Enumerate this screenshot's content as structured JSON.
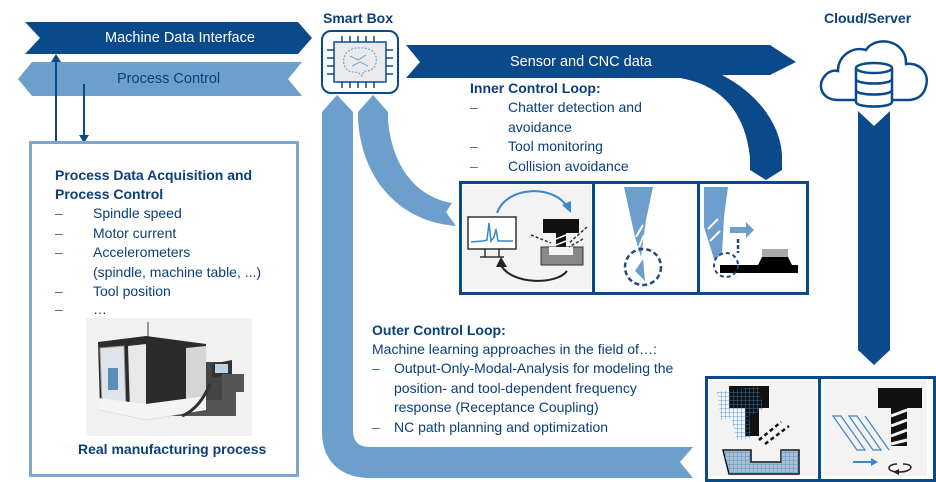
{
  "colors": {
    "dark_blue": "#0b4a8a",
    "light_blue": "#6d9fcc",
    "text_blue": "#0b3f7a"
  },
  "banners": {
    "machine_data_interface": "Machine Data Interface",
    "process_control": "Process Control",
    "sensor_cnc_data": "Sensor and CNC data"
  },
  "nodes": {
    "smart_box": "Smart Box",
    "cloud_server": "Cloud/Server"
  },
  "process_box": {
    "title_line1": "Process Data Acquisition and",
    "title_line2": "Process Control",
    "items": [
      {
        "dash": "–",
        "text": "Spindle speed"
      },
      {
        "dash": "–",
        "text": "Motor current"
      },
      {
        "dash": "–",
        "text": "Accelerometers"
      },
      {
        "dash": "",
        "text": "(spindle, machine table, ...)"
      },
      {
        "dash": "–",
        "text": "Tool position"
      },
      {
        "dash": "–",
        "text": "…"
      }
    ],
    "image_icon": "cnc-machine-image",
    "caption": "Real manufacturing process"
  },
  "inner_loop": {
    "title": "Inner Control Loop:",
    "items": [
      {
        "dash": "–",
        "text": "Chatter detection and"
      },
      {
        "dash": "",
        "text": "avoidance"
      },
      {
        "dash": "–",
        "text": "Tool monitoring"
      },
      {
        "dash": "–",
        "text": "Collision avoidance"
      }
    ],
    "panels": [
      "chatter-detection-illustration",
      "tool-monitoring-illustration",
      "collision-avoidance-illustration"
    ]
  },
  "outer_loop": {
    "title": "Outer Control Loop:",
    "intro": "Machine learning approaches in the field of…:",
    "items": [
      {
        "dash": "–",
        "text": "Output-Only-Modal-Analysis for modeling the"
      },
      {
        "dash": "",
        "text": "position- and tool-dependent frequency"
      },
      {
        "dash": "",
        "text": "response (Receptance Coupling)"
      },
      {
        "dash": "–",
        "text": "NC path planning and optimization"
      }
    ],
    "panels": [
      "modal-analysis-illustration",
      "nc-path-planning-illustration"
    ]
  }
}
